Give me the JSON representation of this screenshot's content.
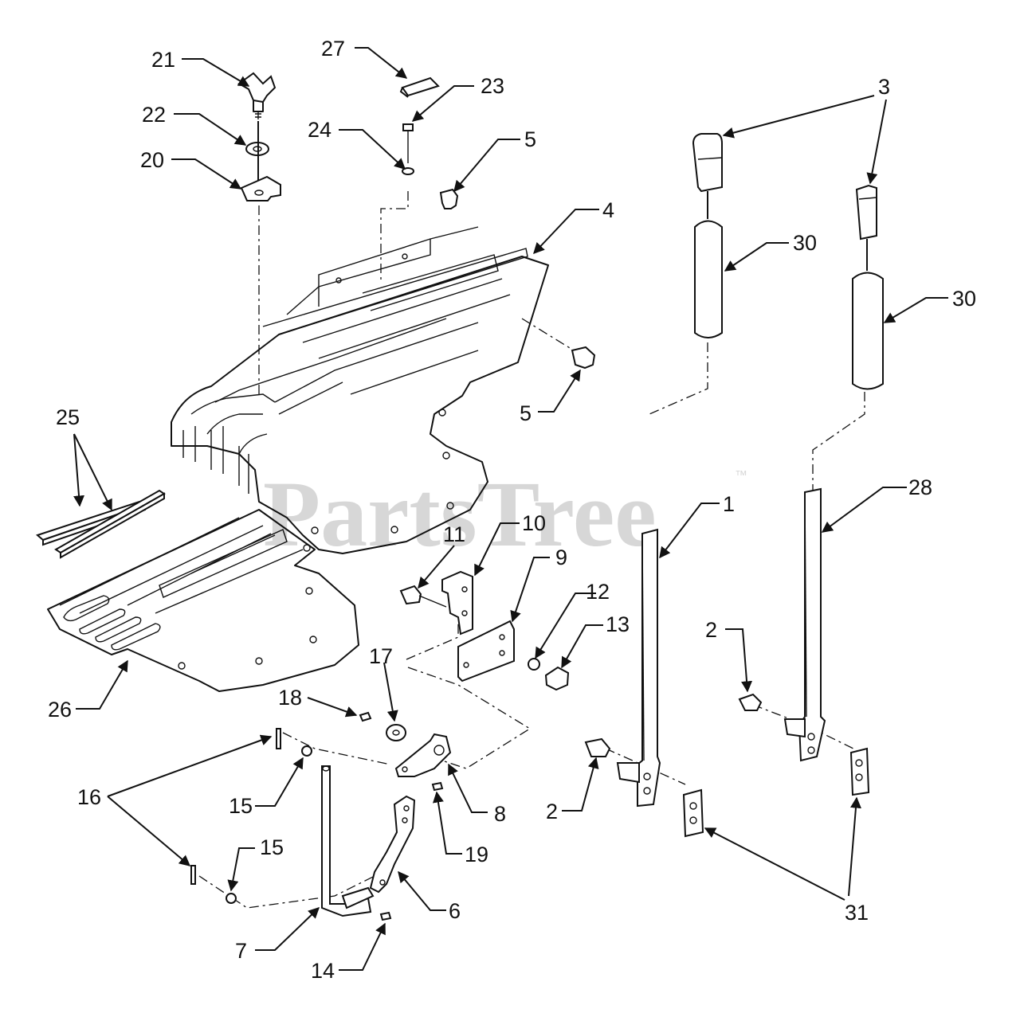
{
  "watermark": {
    "text": "PartsTree",
    "trademark": "™"
  },
  "callouts": {
    "c1": "1",
    "c2a": "2",
    "c2b": "2",
    "c3": "3",
    "c4": "4",
    "c5a": "5",
    "c5b": "5",
    "c6": "6",
    "c7": "7",
    "c8": "8",
    "c9": "9",
    "c10": "10",
    "c11": "11",
    "c12": "12",
    "c13": "13",
    "c14": "14",
    "c15a": "15",
    "c15b": "15",
    "c16": "16",
    "c17": "17",
    "c18": "18",
    "c19": "19",
    "c20": "20",
    "c21": "21",
    "c22": "22",
    "c23": "23",
    "c24": "24",
    "c25": "25",
    "c26": "26",
    "c27": "27",
    "c28": "28",
    "c30a": "30",
    "c30b": "30",
    "c31": "31"
  }
}
